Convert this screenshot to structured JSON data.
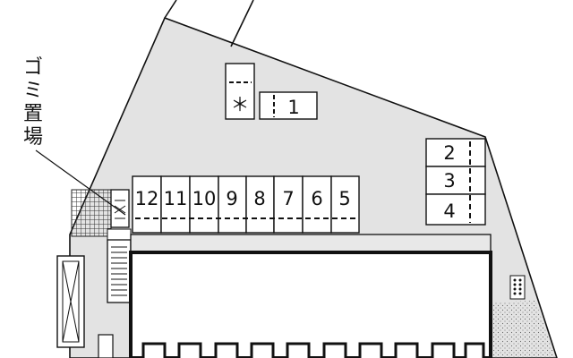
{
  "map": {
    "garbage_label": [
      "ゴ",
      "ミ",
      "置",
      "場"
    ],
    "top_spaces": [
      {
        "id": "space-asterisk",
        "label": "＊"
      },
      {
        "id": "space-1",
        "label": "1"
      }
    ],
    "right_spaces": [
      "2",
      "3",
      "4"
    ],
    "row_spaces": [
      "12",
      "11",
      "10",
      "9",
      "8",
      "7",
      "6",
      "5"
    ],
    "colors": {
      "lot_fill": "#e3e3e3",
      "outline": "#111111",
      "building_fill": "#ffffff"
    }
  }
}
